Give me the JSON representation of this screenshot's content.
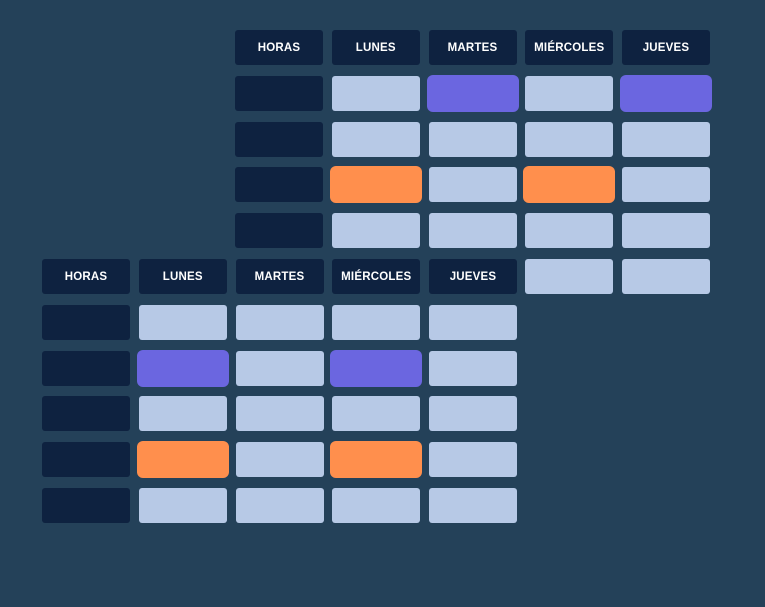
{
  "colors": {
    "background": "#244159",
    "header": "#0e2240",
    "empty_slot": "#b7c9e6",
    "purple_slot": "#6b66e0",
    "orange_slot": "#ff8f4d"
  },
  "grids": [
    {
      "name": "schedule-grid-top",
      "headers": [
        "HORAS",
        "LUNES",
        "MARTES",
        "MIÉRCOLES",
        "JUEVES"
      ],
      "rows": [
        [
          "hour",
          "empty",
          "purple",
          "empty",
          "purple"
        ],
        [
          "hour",
          "empty",
          "empty",
          "empty",
          "empty"
        ],
        [
          "hour",
          "orange",
          "empty",
          "orange",
          "empty"
        ],
        [
          "hour",
          "empty",
          "empty",
          "empty",
          "empty"
        ],
        [
          "hidden",
          "hidden",
          "hidden",
          "empty",
          "empty"
        ]
      ]
    },
    {
      "name": "schedule-grid-bottom",
      "headers": [
        "HORAS",
        "LUNES",
        "MARTES",
        "MIÉRCOLES",
        "JUEVES"
      ],
      "rows": [
        [
          "hour",
          "empty",
          "empty",
          "empty",
          "empty"
        ],
        [
          "hour",
          "purple",
          "empty",
          "purple",
          "empty"
        ],
        [
          "hour",
          "empty",
          "empty",
          "empty",
          "empty"
        ],
        [
          "hour",
          "orange",
          "empty",
          "orange",
          "empty"
        ],
        [
          "hour",
          "empty",
          "empty",
          "empty",
          "empty"
        ]
      ]
    }
  ]
}
